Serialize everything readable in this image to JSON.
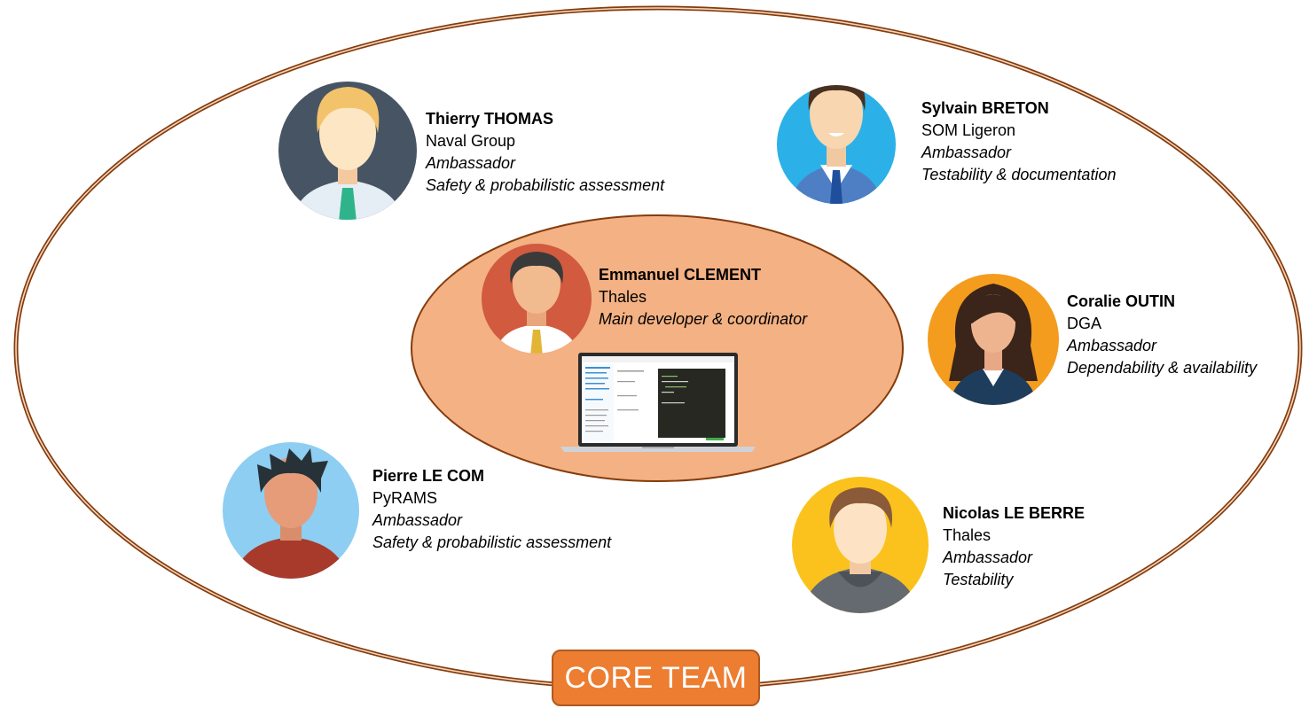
{
  "diagram": {
    "badge_label": "CORE TEAM",
    "colors": {
      "outer_ellipse_stroke": "#843c0c",
      "inner_ellipse_fill": "#f4b183",
      "inner_ellipse_stroke": "#843c0c",
      "badge_fill": "#ed7d31"
    },
    "members": [
      {
        "name": "Thierry THOMAS",
        "org": "Naval Group",
        "role": "Ambassador",
        "focus": "Safety & probabilistic assessment",
        "avatar": "man-blond-avatar-icon"
      },
      {
        "name": "Sylvain BRETON",
        "org": "SOM Ligeron",
        "role": "Ambassador",
        "focus": "Testability & documentation",
        "avatar": "man-suit-avatar-icon"
      },
      {
        "name": "Emmanuel CLEMENT",
        "org": "Thales",
        "role": "Main developer & coordinator",
        "avatar": "man-tie-avatar-icon"
      },
      {
        "name": "Coralie OUTIN",
        "org": "DGA",
        "role": "Ambassador",
        "focus": "Dependability & availability",
        "avatar": "woman-avatar-icon"
      },
      {
        "name": "Pierre LE COM",
        "org": "PyRAMS",
        "role": "Ambassador",
        "focus": "Safety & probabilistic assessment",
        "avatar": "man-spiky-hair-avatar-icon"
      },
      {
        "name": "Nicolas LE BERRE",
        "org": "Thales",
        "role": "Ambassador",
        "focus": "Testability",
        "avatar": "man-hoodie-avatar-icon"
      }
    ],
    "laptop_icon": "laptop-icon"
  }
}
